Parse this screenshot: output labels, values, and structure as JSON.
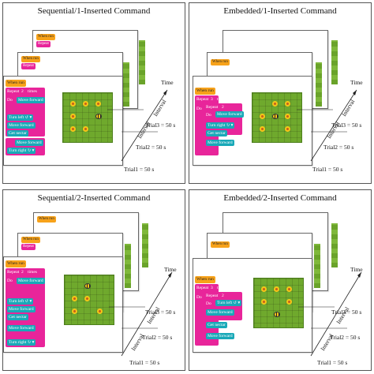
{
  "panels": [
    {
      "title": "Sequential/1-Inserted Command"
    },
    {
      "title": "Embedded/1-Inserted Command"
    },
    {
      "title": "Sequential/2-Inserted Command"
    },
    {
      "title": "Embedded/2-Inserted Command"
    }
  ],
  "axis": {
    "time": "Time",
    "interval": "Interval",
    "trial1": "Trial1 = 50 s",
    "trial2": "Trial2 = 50 s",
    "trial3": "Trial3 = 50 s"
  },
  "blocks": {
    "when_run": "When run",
    "repeat": "Repeat",
    "times": "times",
    "do": "Do",
    "num2": "2",
    "num3": "3",
    "move_forward": "Move forward",
    "turn_left": "Turn left ↺ ▾",
    "turn_right": "Turn right ↻ ▾",
    "get_nectar": "Get nectar"
  },
  "colors": {
    "when_run": "#f7a21a",
    "repeat": "#e8259a",
    "command": "#1cb5c2",
    "grass": "#6fa92d",
    "flower": "#f5c518"
  }
}
